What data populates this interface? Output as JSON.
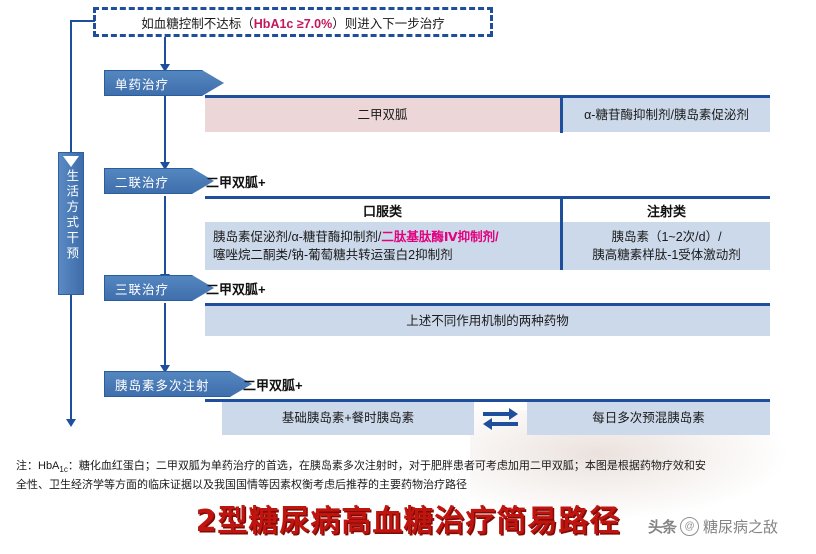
{
  "condition": {
    "prefix": "如血糖控制不达标（",
    "hba1c": "HbA1c ≥7.0%",
    "suffix": "）则进入下一步治疗"
  },
  "lifestyle": {
    "label": "生活方式干预"
  },
  "stages": [
    {
      "id": "monotherapy",
      "banner": "单药治疗",
      "plus": "",
      "cells": [
        {
          "text": "二甲双胍",
          "style": "pink"
        },
        {
          "text": "α-糖苷酶抑制剂/胰岛素促泌剂",
          "style": "blue"
        }
      ]
    },
    {
      "id": "dual-therapy",
      "banner": "二联治疗",
      "plus": "二甲双胍+",
      "col_titles": [
        "口服类",
        "注射类"
      ],
      "oral_line1_a": "胰岛素促泌剂/α-糖苷酶抑制剂/",
      "oral_line1_hl": "二肽基肽酶Ⅳ抑制剂",
      "oral_line1_b": "/",
      "oral_line2": "噻唑烷二酮类/钠-葡萄糖共转运蛋白2抑制剂",
      "inject_line1": "胰岛素（1~2次/d）/",
      "inject_line2": "胰高糖素样肽-1受体激动剂"
    },
    {
      "id": "triple-therapy",
      "banner": "三联治疗",
      "plus": "二甲双胍+",
      "cells": [
        {
          "text": "上述不同作用机制的两种药物",
          "style": "blue"
        }
      ]
    },
    {
      "id": "multiple-insulin-injection",
      "banner": "胰岛素多次注射",
      "plus": "二甲双胍+",
      "cells": [
        {
          "text": "基础胰岛素+餐时胰岛素",
          "style": "blue"
        },
        {
          "text": "每日多次预混胰岛素",
          "style": "blue"
        }
      ],
      "exchange_icon": "double-arrow-icon"
    }
  ],
  "footnote": {
    "line1_a": "注：HbA",
    "line1_sub": "1c",
    "line1_b": "：糖化血红蛋白；二甲双胍为单药治疗的首选，在胰岛素多次注射时，对于肥胖患者可考虑加用二甲双胍；本图是根据药物疗效和安",
    "line2": "全性、卫生经济学等方面的临床证据以及我国国情等因素权衡考虑后推荐的主要药物治疗路径"
  },
  "title": "2型糖尿病高血糖治疗简易路径",
  "watermark": {
    "logo": "头条",
    "at": "@",
    "text": "糖尿病之敌"
  },
  "colors": {
    "stage_blue": "#3f6fac",
    "line_blue": "#1f4e9c",
    "pink_cell": "#ecd6d8",
    "blue_cell": "#ccd9ea",
    "highlight_pink": "#e4007f",
    "hba1c_magenta": "#c2185b",
    "title_red": "#c0150f"
  }
}
